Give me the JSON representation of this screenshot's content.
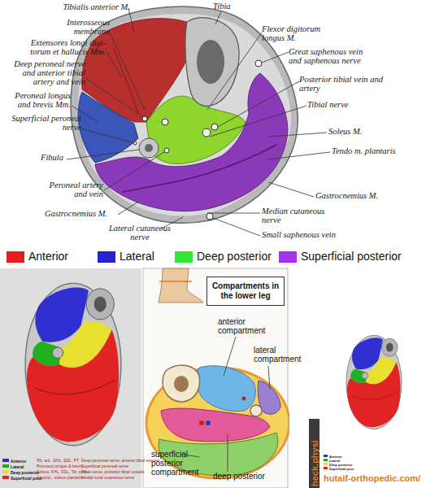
{
  "diagram": {
    "nodes": [
      {
        "text": [
          "Compartments in the lower leg"
        ]
      }
    ],
    "labels": [
      "Tibialis anterior M.",
      "Tibia",
      "Interosseous membrane",
      "Extensores longi digi- torum et hallucis Mm.",
      "Deep peroneal nerve and anterior tibial artery and vein",
      "Peroneal longus and brevis Mm.",
      "Superficial peroneal nerve",
      "Fibula",
      "Peroneal artery and vein",
      "Gastrocnemius M.",
      "Lateral cutaneous nerve",
      "Flexor digitorum longus M.",
      "Great saphenous vein and saphenous nerve",
      "Posterior tibial vein and artery",
      "Tibial nerve",
      "Soleus M.",
      "Tendo m. plantaris",
      "Gastrocnemius M.",
      "Median cutaneous nerve",
      "Small saphenous vein",
      "anterior compartment",
      "lateral compartment",
      "superficial posterior compartment",
      "deep posterior",
      "Tib. ant., EHL, EDL, PT",
      "Peroneus longus & brevis",
      "Soleus, FHL, FDL, Tib. post.",
      "Gastroc., soleus plantaris",
      "Deep peroneal nerve; anterior tibial vessels",
      "Superficial peroneal nerve",
      "Tibial nerve; posterior tibial vessels",
      "Medial sural cutaneous nerve",
      "hutaif-orthopedic.com/",
      "heck.physi"
    ],
    "legend": [
      {
        "text": "Anterior",
        "color": "#e41e1e"
      },
      {
        "text": "Lateral",
        "color": "#2323d2"
      },
      {
        "text": "Deep posterior",
        "color": "#33e633"
      },
      {
        "text": "Superficial posterior",
        "color": "#a532ee"
      },
      {
        "text": "Anterior",
        "color": "#2a2ad8"
      },
      {
        "text": "Lateral",
        "color": "#22aa22"
      },
      {
        "text": "Deep posterior",
        "color": "#e8e020"
      },
      {
        "text": "Superficial post.",
        "color": "#e02020"
      },
      {
        "text": "Anterior",
        "color": "#2a2ad8"
      },
      {
        "text": "Lateral",
        "color": "#22aa22"
      },
      {
        "text": "Deep posterior",
        "color": "#e8e020"
      },
      {
        "text": "Superficial post.",
        "color": "#e02020"
      }
    ]
  }
}
